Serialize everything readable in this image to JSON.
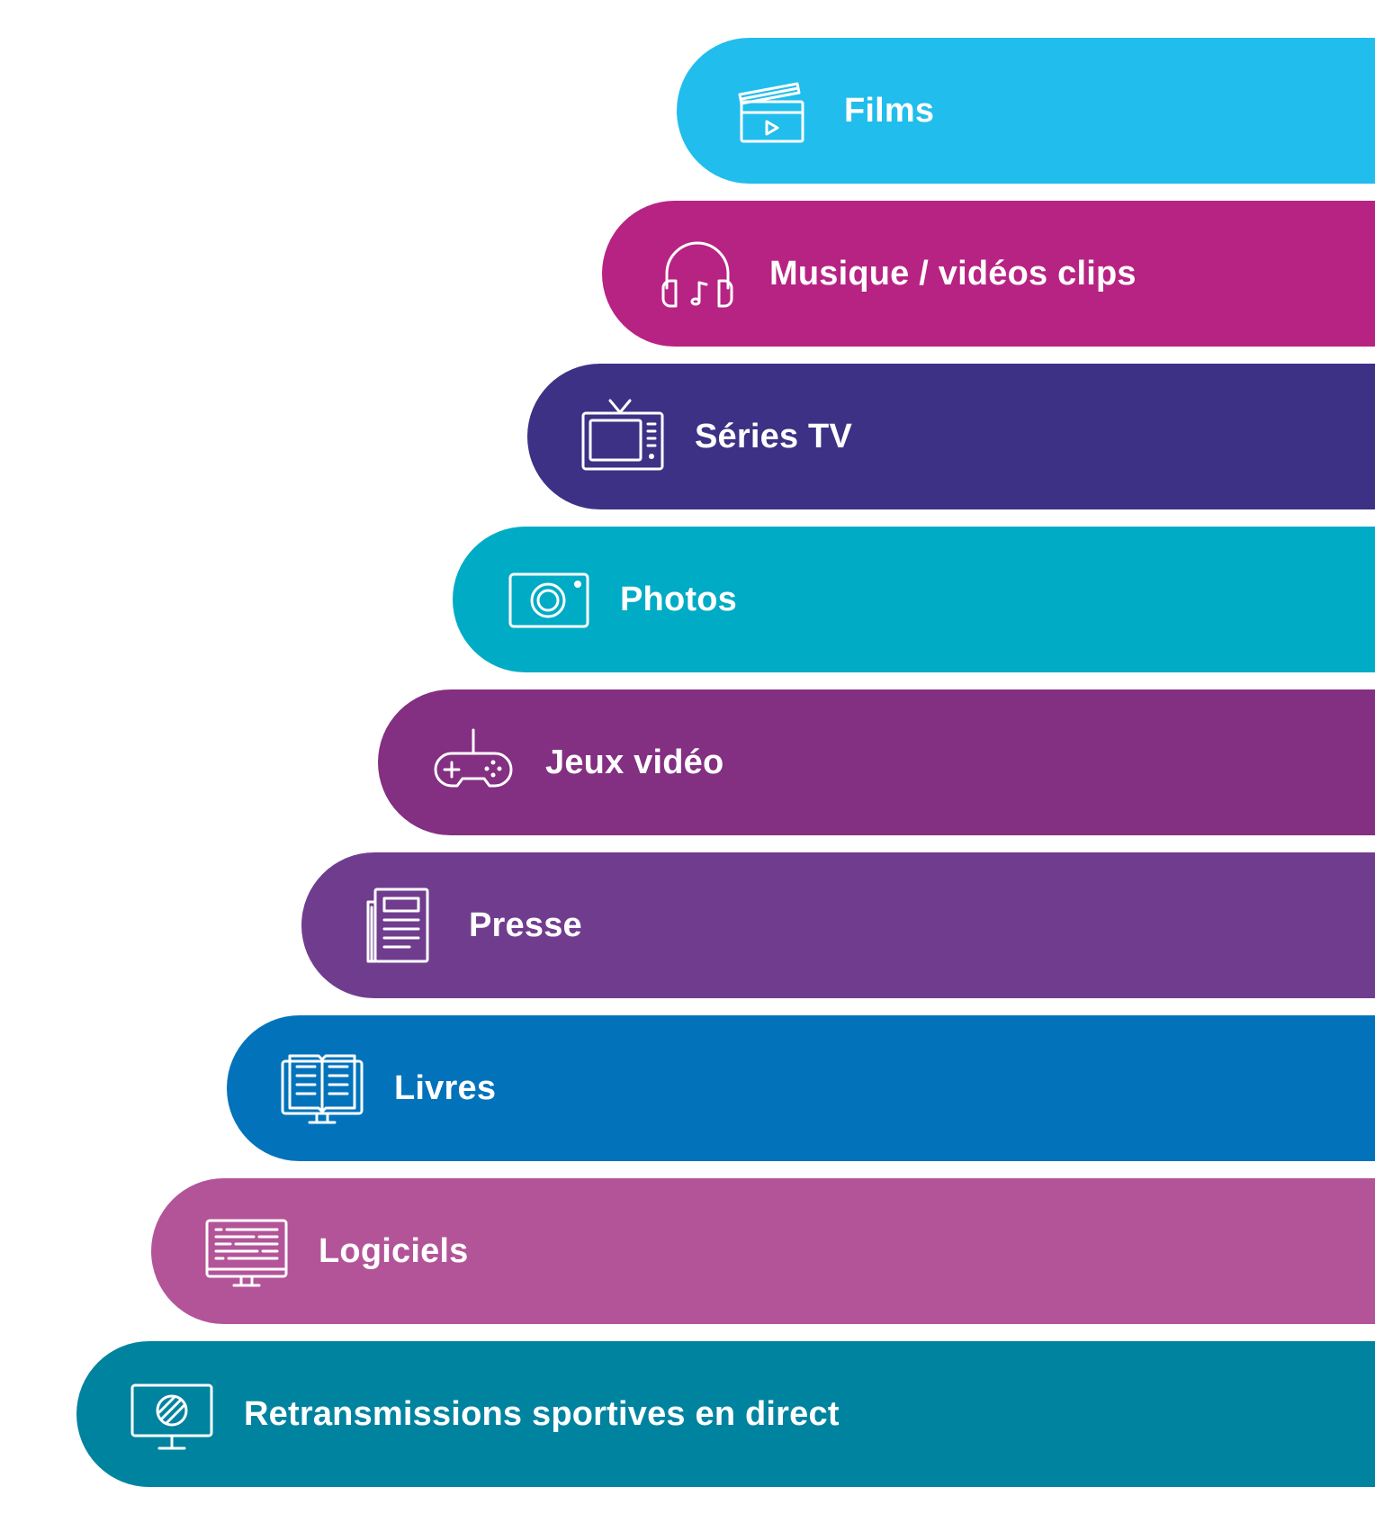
{
  "categories": [
    {
      "label": "Films",
      "icon": "clapperboard-icon",
      "color": "#21bdec"
    },
    {
      "label": "Musique / vidéos clips",
      "icon": "headphones-icon",
      "color": "#b72383"
    },
    {
      "label": "Séries TV",
      "icon": "television-icon",
      "color": "#3d3185"
    },
    {
      "label": "Photos",
      "icon": "camera-icon",
      "color": "#00abc5"
    },
    {
      "label": "Jeux vidéo",
      "icon": "gamepad-icon",
      "color": "#832f82"
    },
    {
      "label": "Presse",
      "icon": "newspaper-icon",
      "color": "#703d8e"
    },
    {
      "label": "Livres",
      "icon": "ebook-icon",
      "color": "#0273bb"
    },
    {
      "label": "Logiciels",
      "icon": "software-monitor-icon",
      "color": "#b35499"
    },
    {
      "label": "Retransmissions sportives en direct",
      "icon": "sport-monitor-icon",
      "color": "#00839f"
    }
  ]
}
